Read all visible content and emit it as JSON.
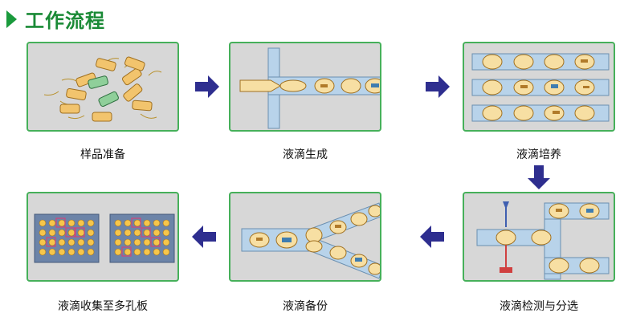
{
  "header": {
    "title": "工作流程"
  },
  "steps": [
    {
      "label": "样品准备"
    },
    {
      "label": "液滴生成"
    },
    {
      "label": "液滴培养"
    },
    {
      "label": "液滴检测与分选"
    },
    {
      "label": "液滴备份"
    },
    {
      "label": "液滴收集至多孔板"
    }
  ],
  "colors": {
    "accent": "#1a8a36",
    "panel_border": "#46b05a",
    "panel_bg": "#d7d7d7",
    "channel": "#b8d3ea",
    "droplet": "#f7dfa3",
    "arrow": "#2e2e8f",
    "plate": "#6c84a8"
  }
}
